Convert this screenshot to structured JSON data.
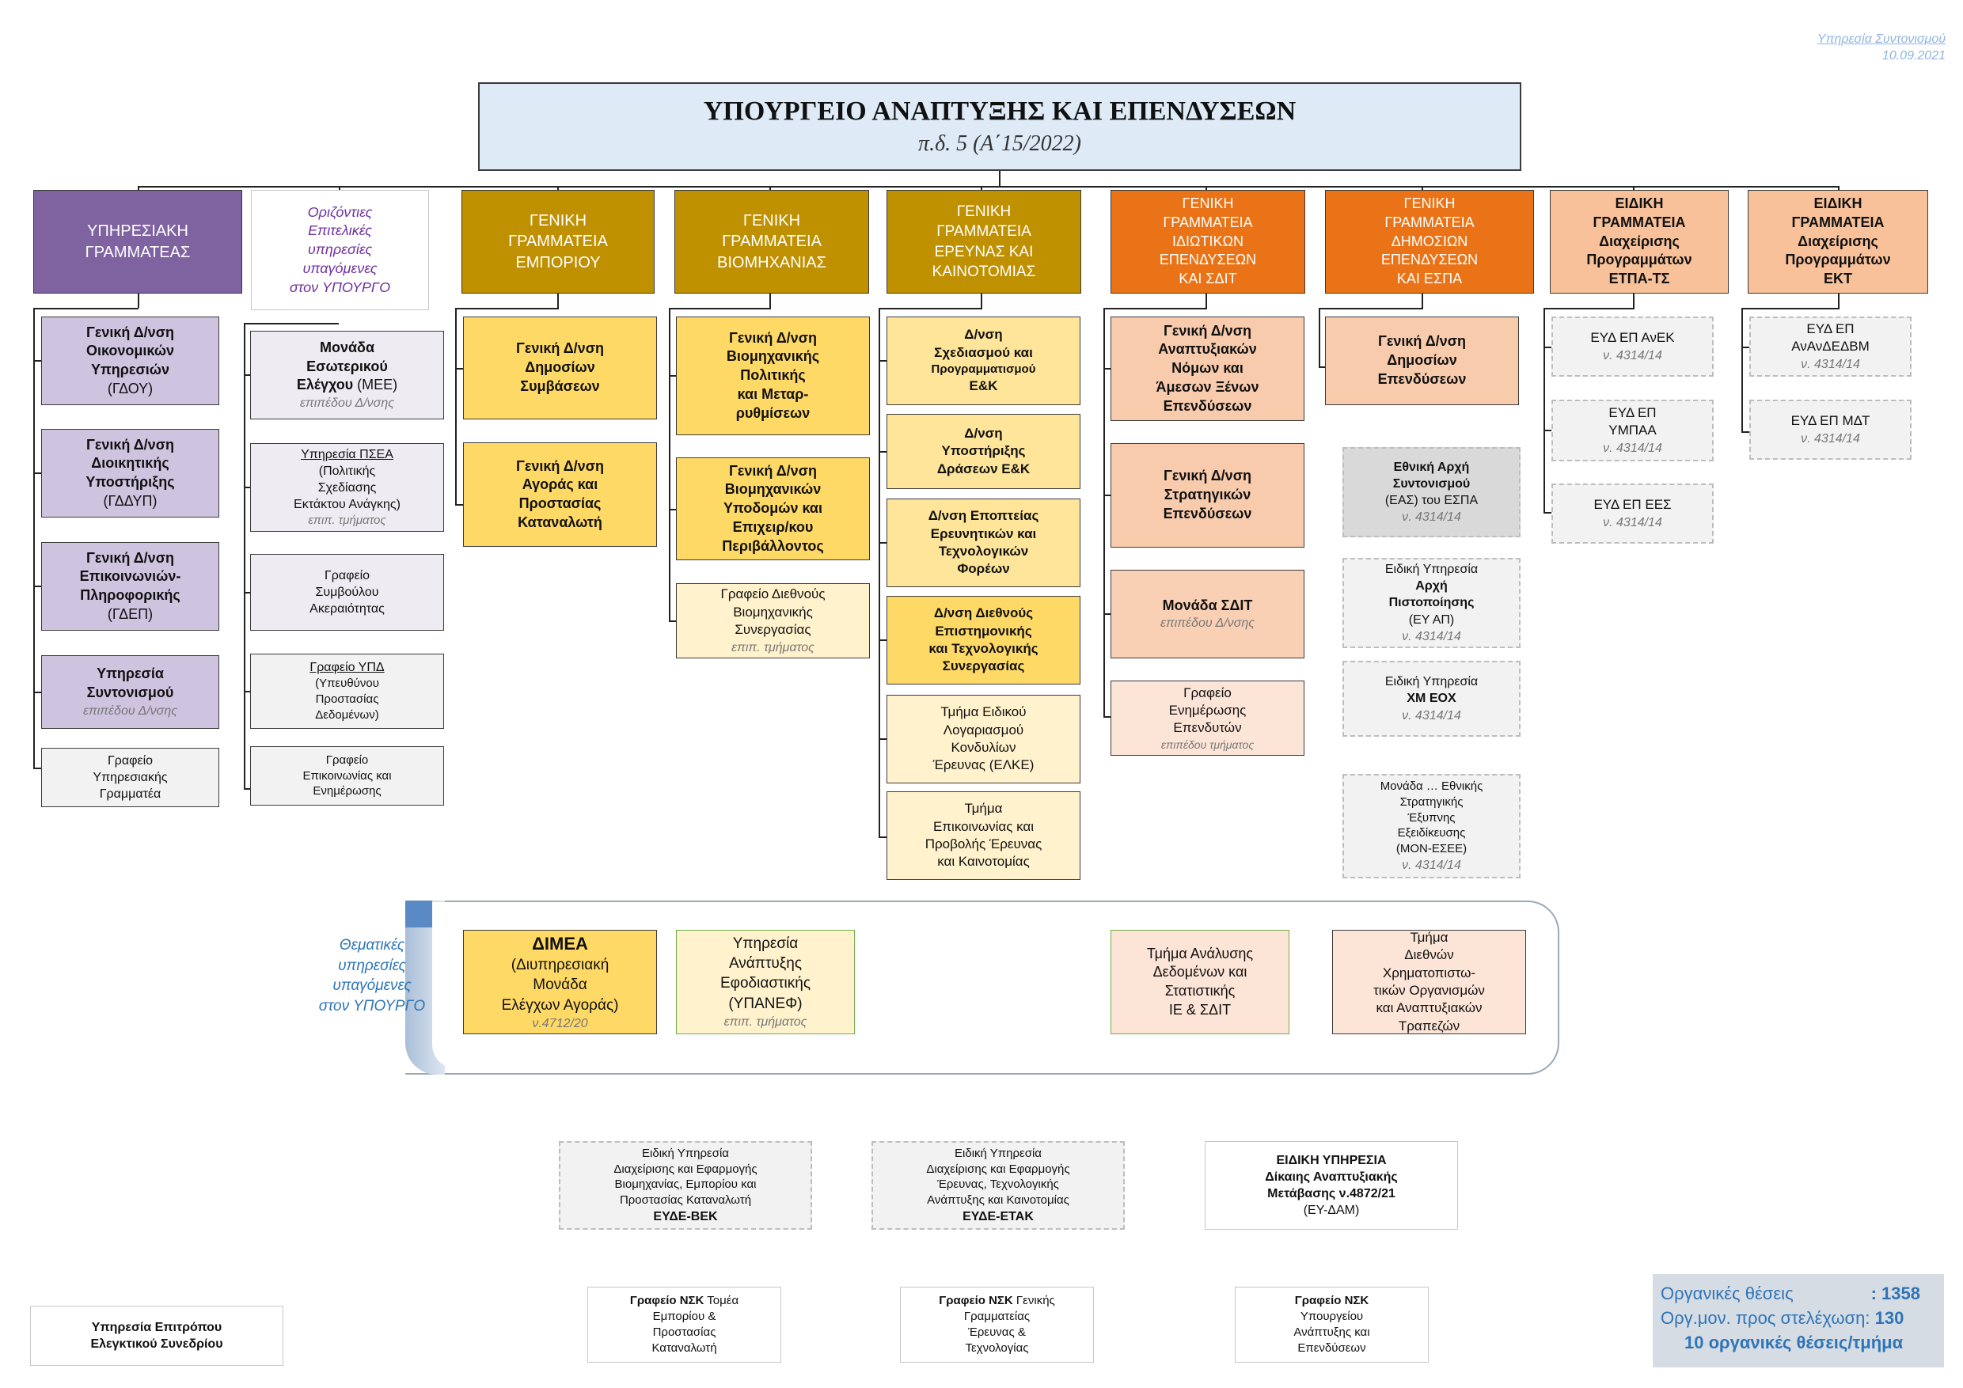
{
  "header": {
    "note_line1": "Υπηρεσία Συντονισμού",
    "note_line2": "10.09.2021",
    "title": "ΥΠΟΥΡΓΕΙΟ ΑΝΑΠΤΥΞΗΣ ΚΑΙ ΕΠΕΝΔΥΣΕΩΝ",
    "subtitle": "π.δ. 5 (Α΄15/2022)"
  },
  "col1": {
    "head": [
      "ΥΠΗΡΕΣΙΑΚΗ",
      "ΓΡΑΜΜΑΤΕΑΣ"
    ],
    "units": [
      {
        "l1": "Γενική Δ/νση",
        "l2": "Οικονομικών",
        "l3": "Υπηρεσιών",
        "l4": "(ΓΔΟΥ)"
      },
      {
        "l1": "Γενική Δ/νση",
        "l2": "Διοικητικής",
        "l3": "Υποστήριξης",
        "l4": "(ΓΔΔΥΠ)"
      },
      {
        "l1": "Γενική Δ/νση",
        "l2": "Επικοινωνιών-",
        "l3": "Πληροφορικής",
        "l4": "(ΓΔΕΠ)"
      },
      {
        "l1": "Υπηρεσία",
        "l2": "Συντονισμού",
        "l3": "επιπέδου Δ/νσης"
      },
      {
        "l1": "Γραφείο",
        "l2": "Υπηρεσιακής",
        "l3": "Γραμματέα"
      }
    ]
  },
  "col2": {
    "head": [
      "Οριζόντιες",
      "Επιτελικές",
      "υπηρεσίες",
      "υπαγόμενες",
      "στον ΥΠΟΥΡΓΟ"
    ],
    "units": [
      {
        "l1": "Μονάδα",
        "l2": "Εσωτερικού",
        "l3": "Ελέγχου",
        "l3b": " (ΜΕΕ)",
        "l4": "επιπέδου Δ/νσης"
      },
      {
        "l1": "Υπηρεσία ΠΣΕΑ",
        "l2": "(Πολιτικής",
        "l3": "Σχεδίασης",
        "l4": "Εκτάκτου Ανάγκης)",
        "l5": "επιπ. τμήματος"
      },
      {
        "l1": "Γραφείο",
        "l2": "Συμβούλου",
        "l3": "Ακεραιότητας"
      },
      {
        "l1": "Γραφείο ΥΠΔ",
        "l2": "(Υπευθύνου",
        "l3": "Προστασίας",
        "l4": "Δεδομένων)"
      },
      {
        "l1": "Γραφείο",
        "l2": "Επικοινωνίας και",
        "l3": "Ενημέρωσης"
      }
    ]
  },
  "col3": {
    "head": [
      "ΓΕΝΙΚΗ",
      "ΓΡΑΜΜΑΤΕΙΑ",
      "ΕΜΠΟΡΙΟΥ"
    ],
    "units": [
      {
        "l1": "Γενική Δ/νση",
        "l2": "Δημοσίων",
        "l3": "Συμβάσεων"
      },
      {
        "l1": "Γενική Δ/νση",
        "l2": "Αγοράς και",
        "l3": "Προστασίας",
        "l4": "Καταναλωτή"
      }
    ]
  },
  "col4": {
    "head": [
      "ΓΕΝΙΚΗ",
      "ΓΡΑΜΜΑΤΕΙΑ",
      "ΒΙΟΜΗΧΑΝΙΑΣ"
    ],
    "units": [
      {
        "l1": "Γενική Δ/νση",
        "l2": "Βιομηχανικής",
        "l3": "Πολιτικής",
        "l4": "και Μεταρ-",
        "l5": "ρυθμίσεων"
      },
      {
        "l1": "Γενική Δ/νση",
        "l2": "Βιομηχανικών",
        "l3": "Υποδομών και",
        "l4": "Επιχειρ/κου",
        "l5": "Περιβάλλοντος"
      },
      {
        "l1": "Γραφείο Διεθνούς",
        "l2": "Βιομηχανικής",
        "l3": "Συνεργασίας",
        "l4": "επιπ. τμήματος"
      }
    ]
  },
  "col5": {
    "head": [
      "ΓΕΝΙΚΗ",
      "ΓΡΑΜΜΑΤΕΙΑ",
      "ΕΡΕΥΝΑΣ ΚΑΙ",
      "ΚΑΙΝΟΤΟΜΙΑΣ"
    ],
    "units": [
      {
        "l1": "Δ/νση",
        "l2": "Σχεδιασμού και",
        "l3": "Προγραμματισμού",
        "l4": "Ε&Κ"
      },
      {
        "l1": "Δ/νση",
        "l2": "Υποστήριξης",
        "l3": "Δράσεων Ε&Κ"
      },
      {
        "l1": "Δ/νση Εποπτείας",
        "l2": "Ερευνητικών και",
        "l3": "Τεχνολογικών",
        "l4": "Φορέων"
      },
      {
        "l1": "Δ/νση Διεθνούς",
        "l2": "Επιστημονικής",
        "l3": "και Τεχνολογικής",
        "l4": "Συνεργασίας"
      },
      {
        "l1": "Τμήμα Ειδικού",
        "l2": "Λογαριασμού",
        "l3": "Κονδυλίων",
        "l4": "Έρευνας (ΕΛΚΕ)"
      },
      {
        "l1": "Τμήμα",
        "l2": "Επικοινωνίας και",
        "l3": "Προβολής Έρευνας",
        "l4": "και Καινοτομίας"
      }
    ]
  },
  "col6": {
    "head": [
      "ΓΕΝΙΚΗ",
      "ΓΡΑΜΜΑΤΕΙΑ",
      "ΙΔΙΩΤΙΚΩΝ",
      "ΕΠΕΝΔΥΣΕΩΝ",
      "ΚΑΙ ΣΔΙΤ"
    ],
    "units": [
      {
        "l1": "Γενική Δ/νση",
        "l2": "Αναπτυξιακών",
        "l3": "Νόμων και",
        "l4": "Άμεσων Ξένων",
        "l5": "Επενδύσεων"
      },
      {
        "l1": "Γενική Δ/νση",
        "l2": "Στρατηγικών",
        "l3": "Επενδύσεων"
      },
      {
        "l1": "Μονάδα ΣΔΙΤ",
        "l2": "επιπέδου Δ/νσης"
      },
      {
        "l1": "Γραφείο",
        "l2": "Ενημέρωσης",
        "l3": "Επενδυτών",
        "l4": "επιπέδου τμήματος"
      }
    ]
  },
  "col7": {
    "head": [
      "ΓΕΝΙΚΗ",
      "ΓΡΑΜΜΑΤΕΙΑ",
      "ΔΗΜΟΣΙΩΝ",
      "ΕΠΕΝΔΥΣΕΩΝ",
      "ΚΑΙ ΕΣΠΑ"
    ],
    "units": [
      {
        "l1": "Γενική Δ/νση",
        "l2": "Δημοσίων",
        "l3": "Επενδύσεων"
      },
      {
        "l1": "Εθνική Αρχή",
        "l2": "Συντονισμού",
        "l3": "(ΕΑΣ) του ΕΣΠΑ",
        "l4": "ν. 4314/14"
      },
      {
        "l1": "Ειδική Υπηρεσία",
        "l2": "Αρχή",
        "l3": "Πιστοποίησης",
        "l4": "(ΕΥ ΑΠ)",
        "l5": "ν. 4314/14"
      },
      {
        "l1": "Ειδική Υπηρεσία",
        "l2": "ΧΜ ΕΟΧ",
        "l3": "ν. 4314/14"
      },
      {
        "l1": "Μονάδα … Εθνικής",
        "l2": "Στρατηγικής",
        "l3": "Έξυπνης",
        "l4": "Εξειδίκευσης",
        "l5": "(ΜΟΝ-ΕΣΕΕ)",
        "l6": "ν. 4314/14"
      }
    ]
  },
  "col8": {
    "head": [
      "ΕΙΔΙΚΗ",
      "ΓΡΑΜΜΑΤΕΙΑ",
      "Διαχείρισης",
      "Προγραμμάτων",
      "ΕΤΠΑ-ΤΣ"
    ],
    "units": [
      {
        "l1": "ΕΥΔ ΕΠ ΑνΕΚ",
        "l2": "ν. 4314/14"
      },
      {
        "l1": "ΕΥΔ ΕΠ",
        "l2": "ΥΜΠΑΑ",
        "l3": "ν. 4314/14"
      },
      {
        "l1": "ΕΥΔ ΕΠ ΕΕΣ",
        "l2": "ν. 4314/14"
      }
    ]
  },
  "col9": {
    "head": [
      "ΕΙΔΙΚΗ",
      "ΓΡΑΜΜΑΤΕΙΑ",
      "Διαχείρισης",
      "Προγραμμάτων",
      "ΕΚΤ"
    ],
    "units": [
      {
        "l1": "ΕΥΔ ΕΠ",
        "l2": "ΑνΑνΔΕΔΒΜ",
        "l3": "ν. 4314/14"
      },
      {
        "l1": "ΕΥΔ ΕΠ ΜΔΤ",
        "l2": "ν. 4314/14"
      }
    ]
  },
  "thematic": {
    "label": [
      "Θεματικές",
      "υπηρεσίες",
      "υπαγόμενες",
      "στον ΥΠΟΥΡΓΟ"
    ],
    "dimea": {
      "l1": "ΔΙΜΕΑ",
      "l2": "(Διυπηρεσιακή",
      "l3": "Μονάδα",
      "l4": "Ελέγχων Αγοράς)",
      "l5": "ν.4712/20"
    },
    "ypanef": {
      "l1": "Υπηρεσία",
      "l2": "Ανάπτυξης",
      "l3": "Εφοδιαστικής",
      "l4": "(ΥΠΑΝΕΦ)",
      "l5": "επιπ. τμήματος"
    },
    "analysis": {
      "l1": "Τμήμα Ανάλυσης",
      "l2": "Δεδομένων και",
      "l3": "Στατιστικής",
      "l4": "ΙΕ & ΣΔΙΤ"
    },
    "intl": {
      "l1": "Τμήμα",
      "l2": "Διεθνών",
      "l3": "Χρηματοπιστω-",
      "l4": "τικών Οργανισμών",
      "l5": "και Αναπτυξιακών",
      "l6": "Τραπεζών"
    }
  },
  "bottom": {
    "eyde_vek": {
      "l1": "Ειδική Υπηρεσία",
      "l2": "Διαχείρισης και Εφαρμογής",
      "l3": "Βιομηχανίας, Εμπορίου και",
      "l4": "Προστασίας Καταναλωτή",
      "l5": "ΕΥΔΕ-ΒΕΚ"
    },
    "eyde_etak": {
      "l1": "Ειδική Υπηρεσία",
      "l2": "Διαχείρισης και Εφαρμογής",
      "l3": "Έρευνας, Τεχνολογικής",
      "l4": "Ανάπτυξης και Καινοτομίας",
      "l5": "ΕΥΔΕ-ΕΤΑΚ"
    },
    "ey_dam": {
      "l1": "ΕΙΔΙΚΗ ΥΠΗΡΕΣΙΑ",
      "l2": "Δίκαιης Αναπτυξιακής",
      "l3": "Μετάβασης ν.4872/21",
      "l4": "(ΕΥ-ΔΑΜ)"
    },
    "nsk1": {
      "b": "Γραφείο ΝΣΚ",
      "l1": " Τομέα",
      "l2": "Εμπορίου &",
      "l3": "Προστασίας",
      "l4": "Καταναλωτή"
    },
    "nsk2": {
      "b": "Γραφείο ΝΣΚ",
      "l1": " Γενικής",
      "l2": "Γραμματείας",
      "l3": "Έρευνας &",
      "l4": "Τεχνολογίας"
    },
    "nsk3": {
      "b": "Γραφείο ΝΣΚ",
      "l2": "Υπουργείου",
      "l3": "Ανάπτυξης και",
      "l4": "Επενδύσεων"
    },
    "audit": {
      "l1": "Υπηρεσία Επιτρόπου",
      "l2": "Ελεγκτικού Συνεδρίου"
    }
  },
  "stats": {
    "label1": "Οργανικές θέσεις",
    "value1": ": 1358",
    "label2": "Οργ.μον. προς στελέχωση:",
    "value2": "130",
    "line3": "10 οργανικές θέσεις/τμήμα"
  },
  "colors": {
    "purple": "#7f63a1",
    "olive": "#bf9000",
    "orange": "#e97316",
    "peach": "#f8c199",
    "lavender": "#cfc4e0",
    "yellow": "#ffd966",
    "title_bg": "#deebf7",
    "stats_bg": "#d6dce4",
    "stats_text": "#2e75b6"
  }
}
